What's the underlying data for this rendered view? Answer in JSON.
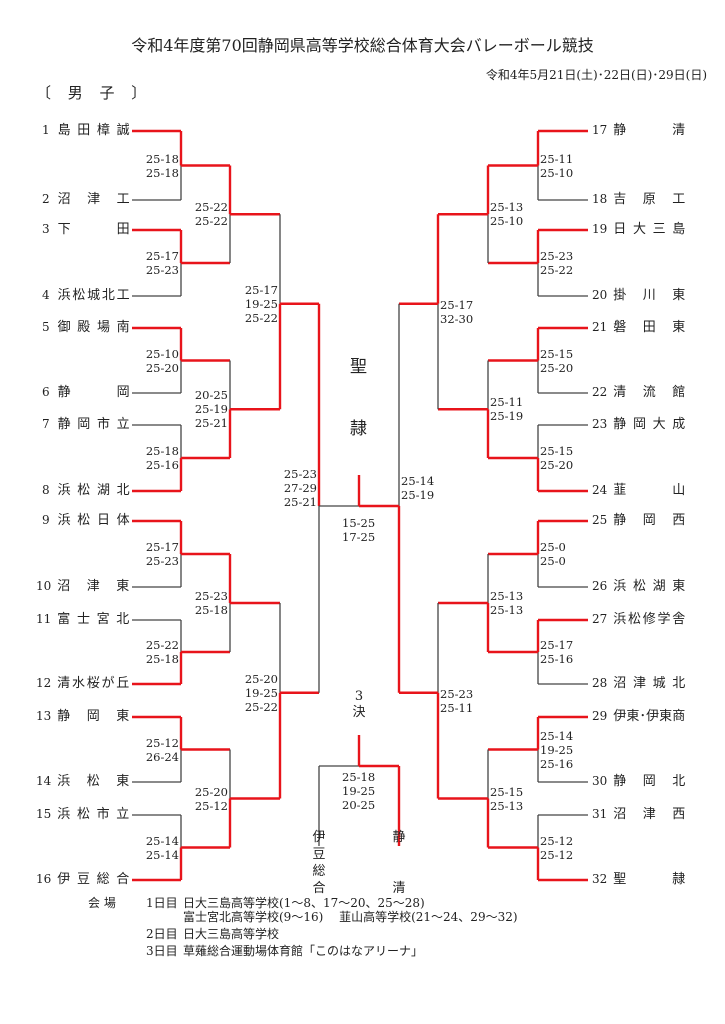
{
  "header": {
    "title": "令和4年度第70回静岡県高等学校総合体育大会バレーボール競技",
    "dates": "令和4年5月21日(土)･22日(日)･29日(日)",
    "division": "〔 男 子 〕"
  },
  "colors": {
    "winner_line": "#e8141b",
    "loser_line": "#444444"
  },
  "teams": [
    {
      "seed": "1",
      "name": "島田樟誠"
    },
    {
      "seed": "2",
      "name": "沼津工"
    },
    {
      "seed": "3",
      "name": "下田"
    },
    {
      "seed": "4",
      "name": "浜松城北工"
    },
    {
      "seed": "5",
      "name": "御殿場南"
    },
    {
      "seed": "6",
      "name": "静岡"
    },
    {
      "seed": "7",
      "name": "静岡市立"
    },
    {
      "seed": "8",
      "name": "浜松湖北"
    },
    {
      "seed": "9",
      "name": "浜松日体"
    },
    {
      "seed": "10",
      "name": "沼津東"
    },
    {
      "seed": "11",
      "name": "富士宮北"
    },
    {
      "seed": "12",
      "name": "清水桜が丘"
    },
    {
      "seed": "13",
      "name": "静岡東"
    },
    {
      "seed": "14",
      "name": "浜松東"
    },
    {
      "seed": "15",
      "name": "浜松市立"
    },
    {
      "seed": "16",
      "name": "伊豆総合"
    },
    {
      "seed": "17",
      "name": "静清"
    },
    {
      "seed": "18",
      "name": "吉原工"
    },
    {
      "seed": "19",
      "name": "日大三島"
    },
    {
      "seed": "20",
      "name": "掛川東"
    },
    {
      "seed": "21",
      "name": "磐田東"
    },
    {
      "seed": "22",
      "name": "清流館"
    },
    {
      "seed": "23",
      "name": "静岡大成"
    },
    {
      "seed": "24",
      "name": "韮山"
    },
    {
      "seed": "25",
      "name": "静岡西"
    },
    {
      "seed": "26",
      "name": "浜松湖東"
    },
    {
      "seed": "27",
      "name": "浜松修学舎"
    },
    {
      "seed": "28",
      "name": "沼津城北"
    },
    {
      "seed": "29",
      "name": "伊東･伊東商"
    },
    {
      "seed": "30",
      "name": "静岡北"
    },
    {
      "seed": "31",
      "name": "沼津西"
    },
    {
      "seed": "32",
      "name": "聖隷"
    }
  ],
  "rounds": {
    "round1": [
      {
        "winner": "top",
        "scores": [
          "25-18",
          "25-18"
        ]
      },
      {
        "winner": "top",
        "scores": [
          "25-17",
          "25-23"
        ]
      },
      {
        "winner": "top",
        "scores": [
          "25-10",
          "25-20"
        ]
      },
      {
        "winner": "bottom",
        "scores": [
          "25-18",
          "25-16"
        ]
      },
      {
        "winner": "top",
        "scores": [
          "25-17",
          "25-23"
        ]
      },
      {
        "winner": "bottom",
        "scores": [
          "25-22",
          "25-18"
        ]
      },
      {
        "winner": "top",
        "scores": [
          "25-12",
          "26-24"
        ]
      },
      {
        "winner": "bottom",
        "scores": [
          "25-14",
          "25-14"
        ]
      },
      {
        "winner": "top",
        "scores": [
          "25-11",
          "25-10"
        ]
      },
      {
        "winner": "top",
        "scores": [
          "25-23",
          "25-22"
        ]
      },
      {
        "winner": "top",
        "scores": [
          "25-15",
          "25-20"
        ]
      },
      {
        "winner": "bottom",
        "scores": [
          "25-15",
          "25-20"
        ]
      },
      {
        "winner": "top",
        "scores": [
          "25-0",
          "25-0"
        ]
      },
      {
        "winner": "top",
        "scores": [
          "25-17",
          "25-16"
        ]
      },
      {
        "winner": "top",
        "scores": [
          "25-14",
          "19-25",
          "25-16"
        ]
      },
      {
        "winner": "bottom",
        "scores": [
          "25-12",
          "25-12"
        ]
      }
    ],
    "round2": [
      {
        "winner": "top",
        "scores": [
          "25-22",
          "25-22"
        ]
      },
      {
        "winner": "bottom",
        "scores": [
          "20-25",
          "25-19",
          "25-21"
        ]
      },
      {
        "winner": "top",
        "scores": [
          "25-23",
          "25-18"
        ]
      },
      {
        "winner": "bottom",
        "scores": [
          "25-20",
          "25-12"
        ]
      },
      {
        "winner": "top",
        "scores": [
          "25-13",
          "25-10"
        ]
      },
      {
        "winner": "bottom",
        "scores": [
          "25-11",
          "25-19"
        ]
      },
      {
        "winner": "bottom",
        "scores": [
          "25-13",
          "25-13"
        ]
      },
      {
        "winner": "bottom",
        "scores": [
          "25-15",
          "25-13"
        ]
      }
    ],
    "quarterfinal": [
      {
        "winner": "bottom",
        "scores": [
          "25-17",
          "19-25",
          "25-22"
        ]
      },
      {
        "winner": "bottom",
        "scores": [
          "25-20",
          "19-25",
          "25-22"
        ]
      },
      {
        "winner": "top",
        "scores": [
          "25-17",
          "32-30"
        ]
      },
      {
        "winner": "bottom",
        "scores": [
          "25-23",
          "25-11"
        ]
      }
    ],
    "semifinal": [
      {
        "winner": "top",
        "scores": [
          "25-23",
          "27-29",
          "25-21"
        ]
      },
      {
        "winner": "bottom",
        "scores": [
          "25-14",
          "25-19"
        ]
      }
    ],
    "final": {
      "winner": "right",
      "scores": [
        "15-25",
        "17-25"
      ],
      "champion": [
        "聖",
        "隷"
      ]
    },
    "third_place": {
      "label": [
        "3",
        "決"
      ],
      "winner": "right",
      "scores": [
        "25-18",
        "19-25",
        "20-25"
      ],
      "left_team": [
        "伊",
        "豆",
        "総",
        "合"
      ],
      "right_team": [
        "静",
        "",
        "",
        "清"
      ]
    }
  },
  "venue": {
    "label": "会 場",
    "days": [
      {
        "day": "1日目",
        "lines": [
          "日大三島高等学校(1～8、17～20、25～28)",
          "富士宮北高等学校(9～16)　 韮山高等学校(21～24、29～32)"
        ]
      },
      {
        "day": "2日目",
        "lines": [
          "日大三島高等学校"
        ]
      },
      {
        "day": "3日目",
        "lines": [
          "草薙総合運動場体育館「このはなアリーナ」"
        ]
      }
    ]
  }
}
